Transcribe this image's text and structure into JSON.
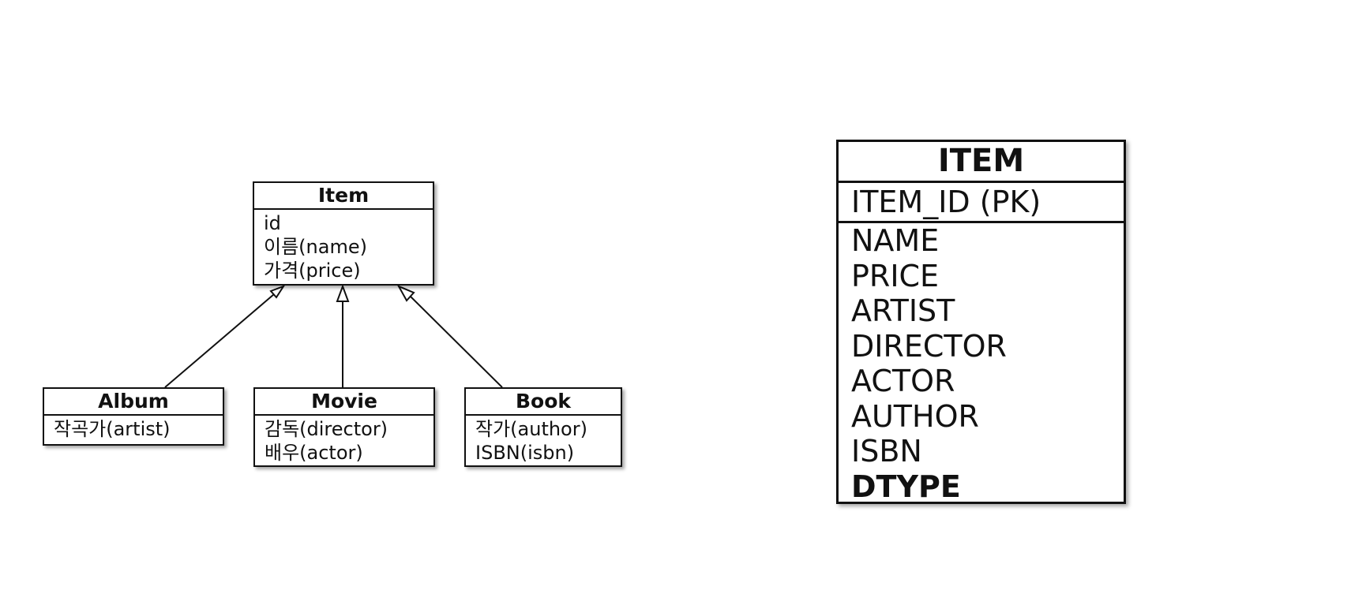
{
  "class_diagram": {
    "item": {
      "name": "Item",
      "attributes": [
        "id",
        "이름(name)",
        "가격(price)"
      ]
    },
    "album": {
      "name": "Album",
      "attributes": [
        "작곡가(artist)"
      ]
    },
    "movie": {
      "name": "Movie",
      "attributes": [
        "감독(director)",
        "배우(actor)"
      ]
    },
    "book": {
      "name": "Book",
      "attributes": [
        "작가(author)",
        "ISBN(isbn)"
      ]
    }
  },
  "table": {
    "name": "ITEM",
    "primary_key": "ITEM_ID (PK)",
    "columns": [
      "NAME",
      "PRICE",
      "ARTIST",
      "DIRECTOR",
      "ACTOR",
      "AUTHOR",
      "ISBN"
    ],
    "discriminator": "DTYPE"
  }
}
